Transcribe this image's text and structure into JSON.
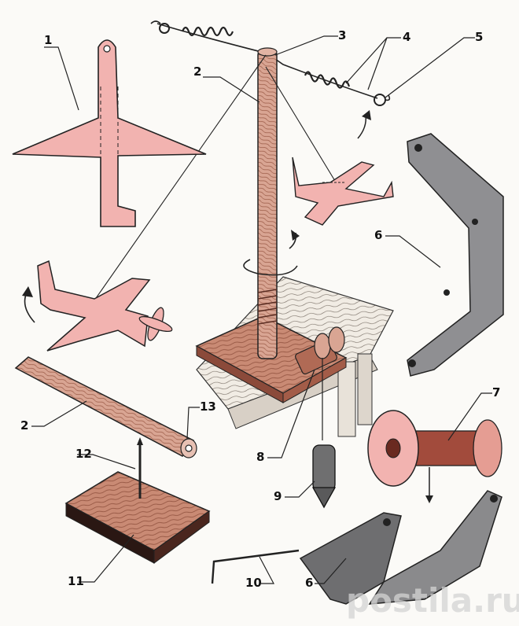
{
  "figure": {
    "labels": {
      "l1": "1",
      "l2a": "2",
      "l2b": "2",
      "l3": "3",
      "l4": "4",
      "l5": "5",
      "l6a": "6",
      "l6b": "6",
      "l7": "7",
      "l8": "8",
      "l9": "9",
      "l10": "10",
      "l11": "11",
      "l12": "12",
      "l13": "13"
    },
    "colors": {
      "pink": "#f2b3b0",
      "wood": "#c98a74",
      "metal": "#8f8f92",
      "ink": "#1c1c1c"
    },
    "watermark": "postila.ru"
  }
}
